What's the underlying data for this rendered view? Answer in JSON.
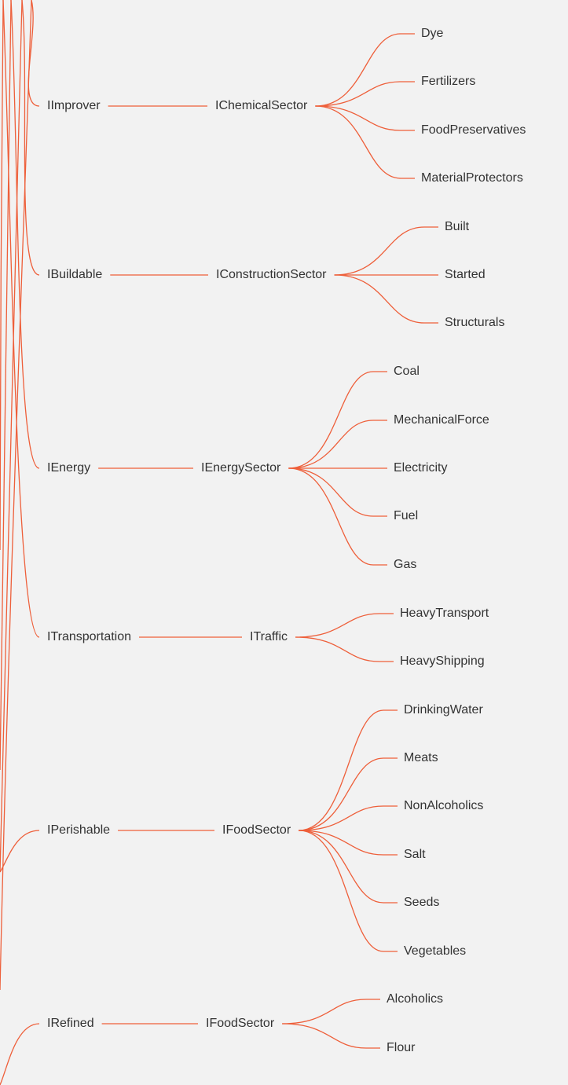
{
  "colors": {
    "background": "#f2f2f2",
    "link": "#ee5f3a",
    "text": "#333333"
  },
  "groups": [
    {
      "root": "IImprover",
      "sector": "IChemicalSector",
      "leaves": [
        "Dye",
        "Fertilizers",
        "FoodPreservatives",
        "MaterialProtectors"
      ]
    },
    {
      "root": "IBuildable",
      "sector": "IConstructionSector",
      "leaves": [
        "Built",
        "Started",
        "Structurals"
      ]
    },
    {
      "root": "IEnergy",
      "sector": "IEnergySector",
      "leaves": [
        "Coal",
        "MechanicalForce",
        "Electricity",
        "Fuel",
        "Gas"
      ]
    },
    {
      "root": "ITransportation",
      "sector": "ITraffic",
      "leaves": [
        "HeavyTransport",
        "HeavyShipping"
      ]
    },
    {
      "root": "IPerishable",
      "sector": "IFoodSector",
      "leaves": [
        "DrinkingWater",
        "Meats",
        "NonAlcoholics",
        "Salt",
        "Seeds",
        "Vegetables"
      ]
    },
    {
      "root": "IRefined",
      "sector": "IFoodSector",
      "leaves": [
        "Alcoholics",
        "Flour"
      ]
    }
  ]
}
